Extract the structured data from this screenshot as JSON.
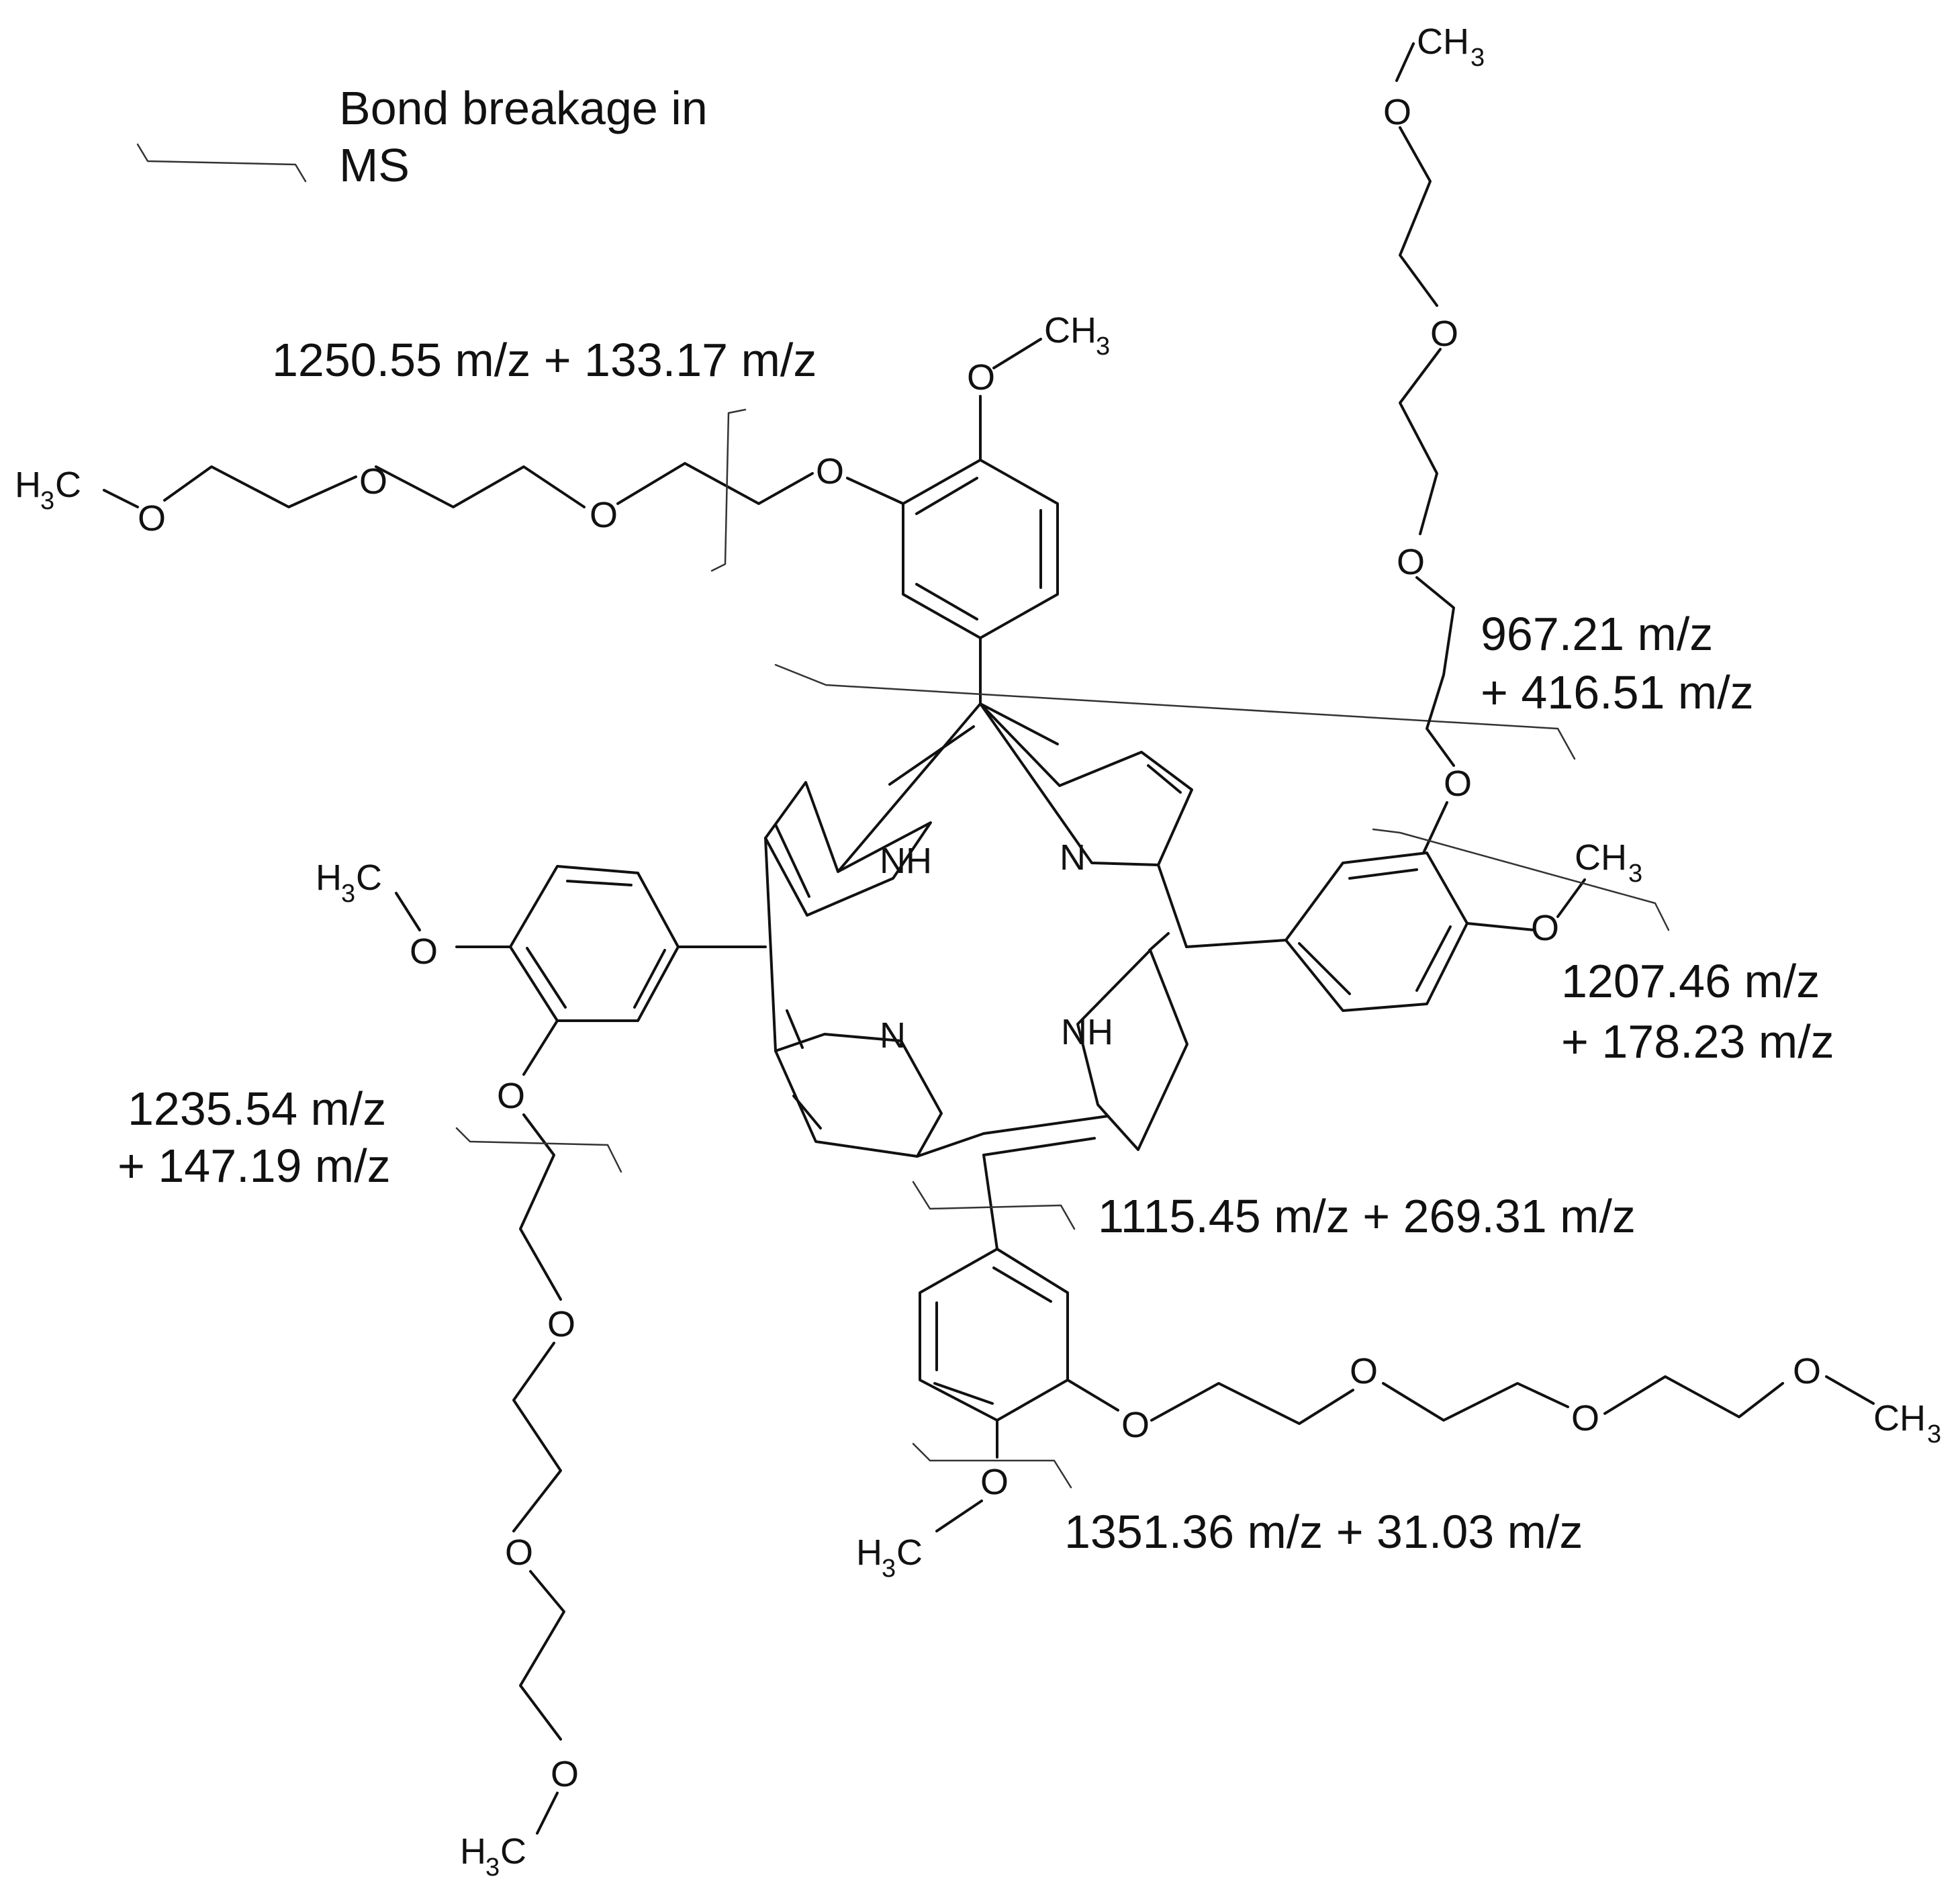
{
  "legend": {
    "line1": "Bond breakage in",
    "line2": "MS"
  },
  "annotations": {
    "top_left": "1250.55 m/z + 133.17 m/z",
    "top_right_1": "967.21 m/z",
    "top_right_2": "+ 416.51 m/z",
    "right_1": "1207.46 m/z",
    "right_2": "+ 178.23 m/z",
    "left_1": "1235.54 m/z",
    "left_2": "+ 147.19 m/z",
    "bottom_mid": "1115.45 m/z + 269.31 m/z",
    "bottom": "1351.36 m/z + 31.03 m/z"
  },
  "atoms": {
    "oxygen": "O",
    "nh": "NH",
    "n": "N",
    "ch3_c": "CH",
    "ch3_sub": "3",
    "h3c_h": "H",
    "h3c_sub": "3",
    "h3c_c": "C"
  }
}
